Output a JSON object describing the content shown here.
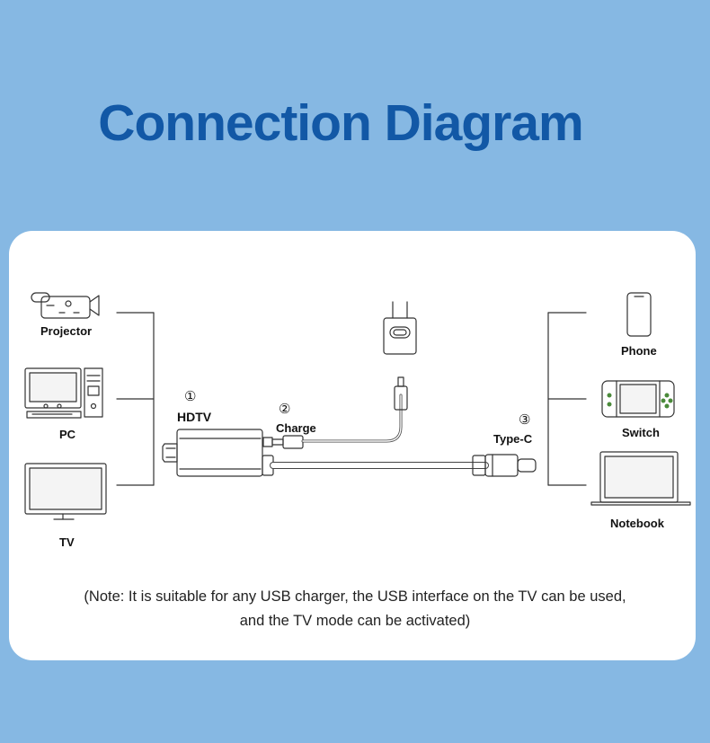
{
  "title": "Connection Diagram",
  "devices_left": [
    {
      "label": "Projector",
      "icon": "projector-camera-icon"
    },
    {
      "label": "PC",
      "icon": "desktop-pc-icon"
    },
    {
      "label": "TV",
      "icon": "tv-icon"
    }
  ],
  "devices_right": [
    {
      "label": "Phone",
      "icon": "phone-icon"
    },
    {
      "label": "Switch",
      "icon": "game-console-icon"
    },
    {
      "label": "Notebook",
      "icon": "laptop-icon"
    }
  ],
  "ports": [
    {
      "number": "①",
      "label": "HDTV"
    },
    {
      "number": "②",
      "label": "Charge"
    },
    {
      "number": "③",
      "label": "Type-C"
    }
  ],
  "charger_icon": "wall-charger-icon",
  "note": {
    "line1": "(Note: It is suitable for any USB charger, the USB interface on the TV can be used,",
    "line2": "and the TV mode can be activated)"
  },
  "colors": {
    "background": "#86b8e3",
    "title": "#1258a6",
    "card": "#ffffff",
    "line": "#333333"
  }
}
